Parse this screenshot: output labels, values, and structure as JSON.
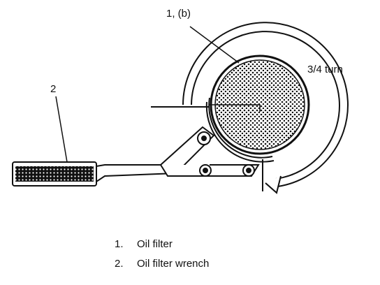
{
  "diagram": {
    "callouts": {
      "oil_filter_callout": "1, (b)",
      "turn_callout": "3/4 turn",
      "wrench_callout": "2"
    },
    "legend": [
      {
        "number": "1.",
        "label": "Oil filter"
      },
      {
        "number": "2.",
        "label": "Oil filter wrench"
      }
    ],
    "colors": {
      "line": "#111111",
      "background": "#ffffff"
    }
  }
}
